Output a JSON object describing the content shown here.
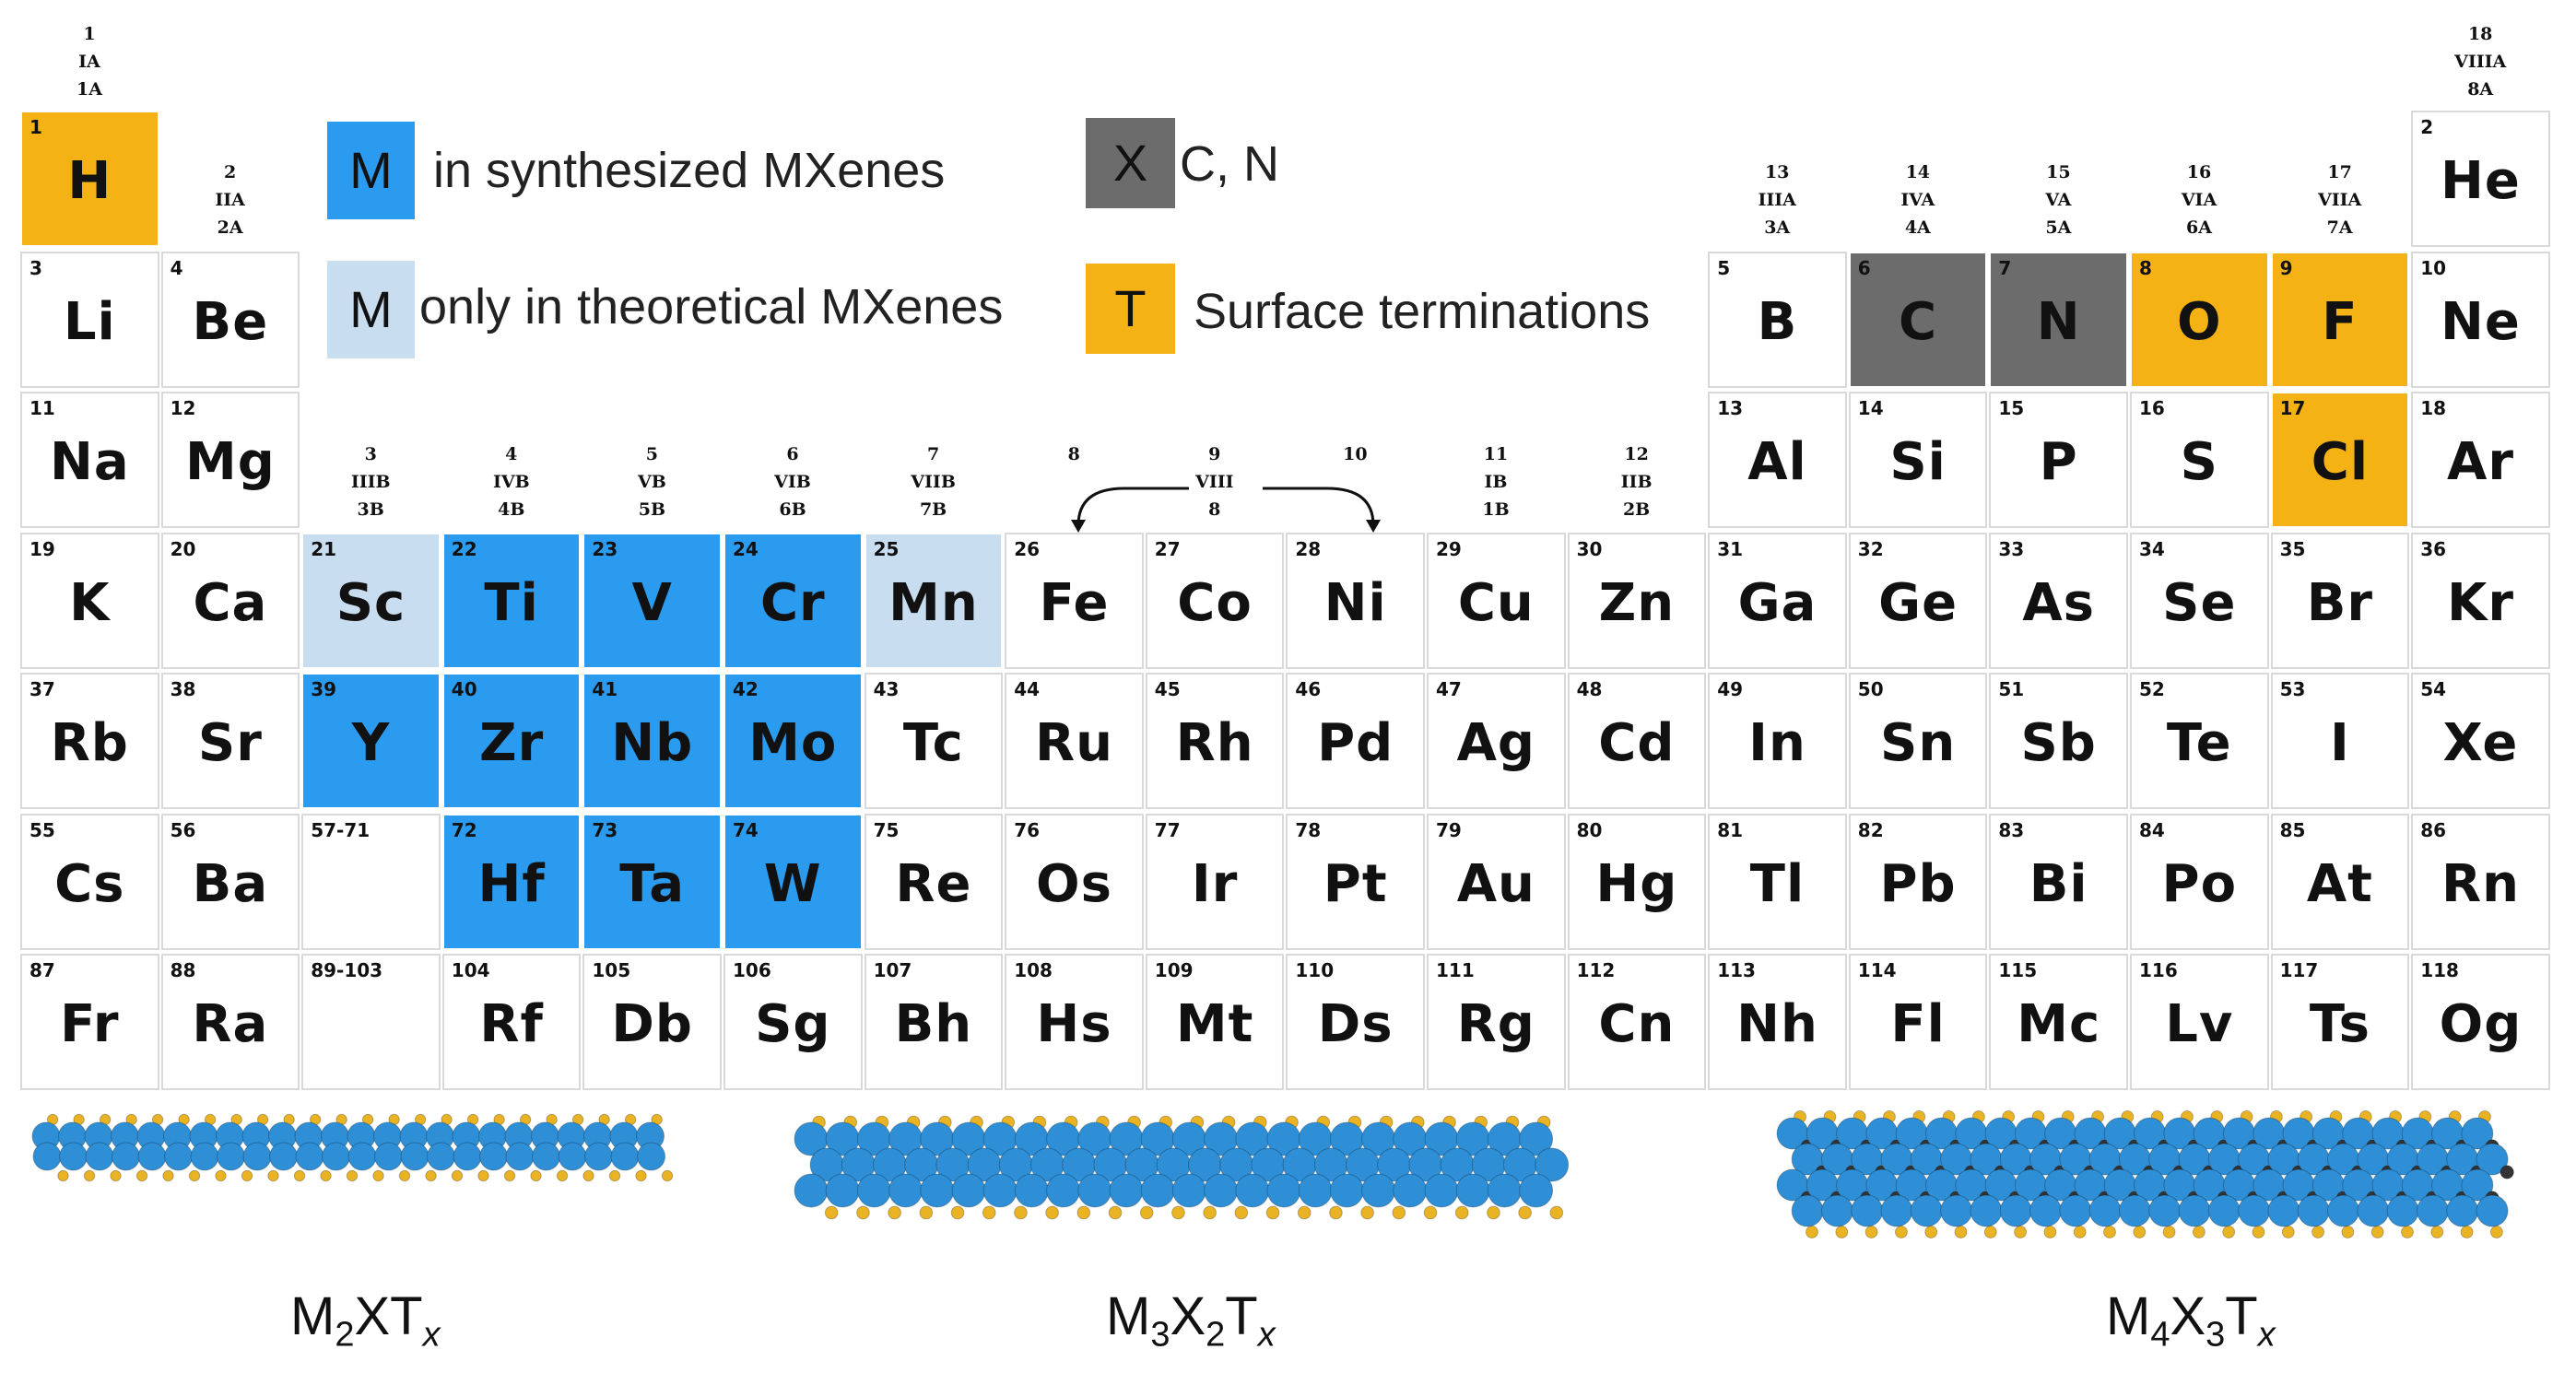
{
  "legend": {
    "synthesized": {
      "box": "M",
      "text": "in synthesized MXenes"
    },
    "theoretical": {
      "box": "M",
      "text": "only in theoretical MXenes"
    },
    "x_element": {
      "box": "X",
      "text": "C, N"
    },
    "termination": {
      "box": "T",
      "text": "Surface terminations"
    }
  },
  "colors": {
    "synthesized": "#2b9bf0",
    "theoretical": "#c9ddf1",
    "x_element": "#6c6c6c",
    "termination": "#f5b214",
    "atom_m": "#2f8fd6",
    "atom_t": "#e9b323",
    "atom_x": "#333333"
  },
  "group_labels": [
    {
      "id": "g1",
      "lines": [
        "1",
        "IA",
        "1A"
      ]
    },
    {
      "id": "g2",
      "lines": [
        "2",
        "IIA",
        "2A"
      ]
    },
    {
      "id": "g3",
      "lines": [
        "3",
        "IIIB",
        "3B"
      ]
    },
    {
      "id": "g4",
      "lines": [
        "4",
        "IVB",
        "4B"
      ]
    },
    {
      "id": "g5",
      "lines": [
        "5",
        "VB",
        "5B"
      ]
    },
    {
      "id": "g6",
      "lines": [
        "6",
        "VIB",
        "6B"
      ]
    },
    {
      "id": "g7",
      "lines": [
        "7",
        "VIIB",
        "7B"
      ]
    },
    {
      "id": "g8",
      "lines": [
        "8"
      ]
    },
    {
      "id": "g9",
      "lines": [
        "9",
        "VIII",
        "8"
      ]
    },
    {
      "id": "g10",
      "lines": [
        "10"
      ]
    },
    {
      "id": "g11",
      "lines": [
        "11",
        "IB",
        "1B"
      ]
    },
    {
      "id": "g12",
      "lines": [
        "12",
        "IIB",
        "2B"
      ]
    },
    {
      "id": "g13",
      "lines": [
        "13",
        "IIIA",
        "3A"
      ]
    },
    {
      "id": "g14",
      "lines": [
        "14",
        "IVA",
        "4A"
      ]
    },
    {
      "id": "g15",
      "lines": [
        "15",
        "VA",
        "5A"
      ]
    },
    {
      "id": "g16",
      "lines": [
        "16",
        "VIA",
        "6A"
      ]
    },
    {
      "id": "g17",
      "lines": [
        "17",
        "VIIA",
        "7A"
      ]
    },
    {
      "id": "g18",
      "lines": [
        "18",
        "VIIIA",
        "8A"
      ]
    }
  ],
  "elements": [
    {
      "n": "1",
      "s": "H",
      "p": 1,
      "g": 1,
      "c": "term"
    },
    {
      "n": "2",
      "s": "He",
      "p": 1,
      "g": 18,
      "c": "none"
    },
    {
      "n": "3",
      "s": "Li",
      "p": 2,
      "g": 1,
      "c": "none"
    },
    {
      "n": "4",
      "s": "Be",
      "p": 2,
      "g": 2,
      "c": "none"
    },
    {
      "n": "5",
      "s": "B",
      "p": 2,
      "g": 13,
      "c": "none"
    },
    {
      "n": "6",
      "s": "C",
      "p": 2,
      "g": 14,
      "c": "xel"
    },
    {
      "n": "7",
      "s": "N",
      "p": 2,
      "g": 15,
      "c": "xel"
    },
    {
      "n": "8",
      "s": "O",
      "p": 2,
      "g": 16,
      "c": "term"
    },
    {
      "n": "9",
      "s": "F",
      "p": 2,
      "g": 17,
      "c": "term"
    },
    {
      "n": "10",
      "s": "Ne",
      "p": 2,
      "g": 18,
      "c": "none"
    },
    {
      "n": "11",
      "s": "Na",
      "p": 3,
      "g": 1,
      "c": "none"
    },
    {
      "n": "12",
      "s": "Mg",
      "p": 3,
      "g": 2,
      "c": "none"
    },
    {
      "n": "13",
      "s": "Al",
      "p": 3,
      "g": 13,
      "c": "none"
    },
    {
      "n": "14",
      "s": "Si",
      "p": 3,
      "g": 14,
      "c": "none"
    },
    {
      "n": "15",
      "s": "P",
      "p": 3,
      "g": 15,
      "c": "none"
    },
    {
      "n": "16",
      "s": "S",
      "p": 3,
      "g": 16,
      "c": "none"
    },
    {
      "n": "17",
      "s": "Cl",
      "p": 3,
      "g": 17,
      "c": "term"
    },
    {
      "n": "18",
      "s": "Ar",
      "p": 3,
      "g": 18,
      "c": "none"
    },
    {
      "n": "19",
      "s": "K",
      "p": 4,
      "g": 1,
      "c": "none"
    },
    {
      "n": "20",
      "s": "Ca",
      "p": 4,
      "g": 2,
      "c": "none"
    },
    {
      "n": "21",
      "s": "Sc",
      "p": 4,
      "g": 3,
      "c": "theo"
    },
    {
      "n": "22",
      "s": "Ti",
      "p": 4,
      "g": 4,
      "c": "syn"
    },
    {
      "n": "23",
      "s": "V",
      "p": 4,
      "g": 5,
      "c": "syn"
    },
    {
      "n": "24",
      "s": "Cr",
      "p": 4,
      "g": 6,
      "c": "syn"
    },
    {
      "n": "25",
      "s": "Mn",
      "p": 4,
      "g": 7,
      "c": "theo"
    },
    {
      "n": "26",
      "s": "Fe",
      "p": 4,
      "g": 8,
      "c": "none"
    },
    {
      "n": "27",
      "s": "Co",
      "p": 4,
      "g": 9,
      "c": "none"
    },
    {
      "n": "28",
      "s": "Ni",
      "p": 4,
      "g": 10,
      "c": "none"
    },
    {
      "n": "29",
      "s": "Cu",
      "p": 4,
      "g": 11,
      "c": "none"
    },
    {
      "n": "30",
      "s": "Zn",
      "p": 4,
      "g": 12,
      "c": "none"
    },
    {
      "n": "31",
      "s": "Ga",
      "p": 4,
      "g": 13,
      "c": "none"
    },
    {
      "n": "32",
      "s": "Ge",
      "p": 4,
      "g": 14,
      "c": "none"
    },
    {
      "n": "33",
      "s": "As",
      "p": 4,
      "g": 15,
      "c": "none"
    },
    {
      "n": "34",
      "s": "Se",
      "p": 4,
      "g": 16,
      "c": "none"
    },
    {
      "n": "35",
      "s": "Br",
      "p": 4,
      "g": 17,
      "c": "none"
    },
    {
      "n": "36",
      "s": "Kr",
      "p": 4,
      "g": 18,
      "c": "none"
    },
    {
      "n": "37",
      "s": "Rb",
      "p": 5,
      "g": 1,
      "c": "none"
    },
    {
      "n": "38",
      "s": "Sr",
      "p": 5,
      "g": 2,
      "c": "none"
    },
    {
      "n": "39",
      "s": "Y",
      "p": 5,
      "g": 3,
      "c": "syn"
    },
    {
      "n": "40",
      "s": "Zr",
      "p": 5,
      "g": 4,
      "c": "syn"
    },
    {
      "n": "41",
      "s": "Nb",
      "p": 5,
      "g": 5,
      "c": "syn"
    },
    {
      "n": "42",
      "s": "Mo",
      "p": 5,
      "g": 6,
      "c": "syn"
    },
    {
      "n": "43",
      "s": "Tc",
      "p": 5,
      "g": 7,
      "c": "none"
    },
    {
      "n": "44",
      "s": "Ru",
      "p": 5,
      "g": 8,
      "c": "none"
    },
    {
      "n": "45",
      "s": "Rh",
      "p": 5,
      "g": 9,
      "c": "none"
    },
    {
      "n": "46",
      "s": "Pd",
      "p": 5,
      "g": 10,
      "c": "none"
    },
    {
      "n": "47",
      "s": "Ag",
      "p": 5,
      "g": 11,
      "c": "none"
    },
    {
      "n": "48",
      "s": "Cd",
      "p": 5,
      "g": 12,
      "c": "none"
    },
    {
      "n": "49",
      "s": "In",
      "p": 5,
      "g": 13,
      "c": "none"
    },
    {
      "n": "50",
      "s": "Sn",
      "p": 5,
      "g": 14,
      "c": "none"
    },
    {
      "n": "51",
      "s": "Sb",
      "p": 5,
      "g": 15,
      "c": "none"
    },
    {
      "n": "52",
      "s": "Te",
      "p": 5,
      "g": 16,
      "c": "none"
    },
    {
      "n": "53",
      "s": "I",
      "p": 5,
      "g": 17,
      "c": "none"
    },
    {
      "n": "54",
      "s": "Xe",
      "p": 5,
      "g": 18,
      "c": "none"
    },
    {
      "n": "55",
      "s": "Cs",
      "p": 6,
      "g": 1,
      "c": "none"
    },
    {
      "n": "56",
      "s": "Ba",
      "p": 6,
      "g": 2,
      "c": "none"
    },
    {
      "n": "57-71",
      "s": "",
      "p": 6,
      "g": 3,
      "c": "empty"
    },
    {
      "n": "72",
      "s": "Hf",
      "p": 6,
      "g": 4,
      "c": "syn"
    },
    {
      "n": "73",
      "s": "Ta",
      "p": 6,
      "g": 5,
      "c": "syn"
    },
    {
      "n": "74",
      "s": "W",
      "p": 6,
      "g": 6,
      "c": "syn"
    },
    {
      "n": "75",
      "s": "Re",
      "p": 6,
      "g": 7,
      "c": "none"
    },
    {
      "n": "76",
      "s": "Os",
      "p": 6,
      "g": 8,
      "c": "none"
    },
    {
      "n": "77",
      "s": "Ir",
      "p": 6,
      "g": 9,
      "c": "none"
    },
    {
      "n": "78",
      "s": "Pt",
      "p": 6,
      "g": 10,
      "c": "none"
    },
    {
      "n": "79",
      "s": "Au",
      "p": 6,
      "g": 11,
      "c": "none"
    },
    {
      "n": "80",
      "s": "Hg",
      "p": 6,
      "g": 12,
      "c": "none"
    },
    {
      "n": "81",
      "s": "Tl",
      "p": 6,
      "g": 13,
      "c": "none"
    },
    {
      "n": "82",
      "s": "Pb",
      "p": 6,
      "g": 14,
      "c": "none"
    },
    {
      "n": "83",
      "s": "Bi",
      "p": 6,
      "g": 15,
      "c": "none"
    },
    {
      "n": "84",
      "s": "Po",
      "p": 6,
      "g": 16,
      "c": "none"
    },
    {
      "n": "85",
      "s": "At",
      "p": 6,
      "g": 17,
      "c": "none"
    },
    {
      "n": "86",
      "s": "Rn",
      "p": 6,
      "g": 18,
      "c": "none"
    },
    {
      "n": "87",
      "s": "Fr",
      "p": 7,
      "g": 1,
      "c": "none"
    },
    {
      "n": "88",
      "s": "Ra",
      "p": 7,
      "g": 2,
      "c": "none"
    },
    {
      "n": "89-103",
      "s": "",
      "p": 7,
      "g": 3,
      "c": "empty"
    },
    {
      "n": "104",
      "s": "Rf",
      "p": 7,
      "g": 4,
      "c": "none"
    },
    {
      "n": "105",
      "s": "Db",
      "p": 7,
      "g": 5,
      "c": "none"
    },
    {
      "n": "106",
      "s": "Sg",
      "p": 7,
      "g": 6,
      "c": "none"
    },
    {
      "n": "107",
      "s": "Bh",
      "p": 7,
      "g": 7,
      "c": "none"
    },
    {
      "n": "108",
      "s": "Hs",
      "p": 7,
      "g": 8,
      "c": "none"
    },
    {
      "n": "109",
      "s": "Mt",
      "p": 7,
      "g": 9,
      "c": "none"
    },
    {
      "n": "110",
      "s": "Ds",
      "p": 7,
      "g": 10,
      "c": "none"
    },
    {
      "n": "111",
      "s": "Rg",
      "p": 7,
      "g": 11,
      "c": "none"
    },
    {
      "n": "112",
      "s": "Cn",
      "p": 7,
      "g": 12,
      "c": "none"
    },
    {
      "n": "113",
      "s": "Nh",
      "p": 7,
      "g": 13,
      "c": "none"
    },
    {
      "n": "114",
      "s": "Fl",
      "p": 7,
      "g": 14,
      "c": "none"
    },
    {
      "n": "115",
      "s": "Mc",
      "p": 7,
      "g": 15,
      "c": "none"
    },
    {
      "n": "116",
      "s": "Lv",
      "p": 7,
      "g": 16,
      "c": "none"
    },
    {
      "n": "117",
      "s": "Ts",
      "p": 7,
      "g": 17,
      "c": "none"
    },
    {
      "n": "118",
      "s": "Og",
      "p": 7,
      "g": 18,
      "c": "none"
    }
  ],
  "structures": [
    {
      "id": "m2x",
      "M": "M",
      "m_sub": "2",
      "X": "X",
      "x_sub": "",
      "T": "T",
      "t_sub": "x",
      "m_layers": 2
    },
    {
      "id": "m3x2",
      "M": "M",
      "m_sub": "3",
      "X": "X",
      "x_sub": "2",
      "T": "T",
      "t_sub": "x",
      "m_layers": 3
    },
    {
      "id": "m4x3",
      "M": "M",
      "m_sub": "4",
      "X": "X",
      "x_sub": "3",
      "T": "T",
      "t_sub": "x",
      "m_layers": 4
    }
  ]
}
